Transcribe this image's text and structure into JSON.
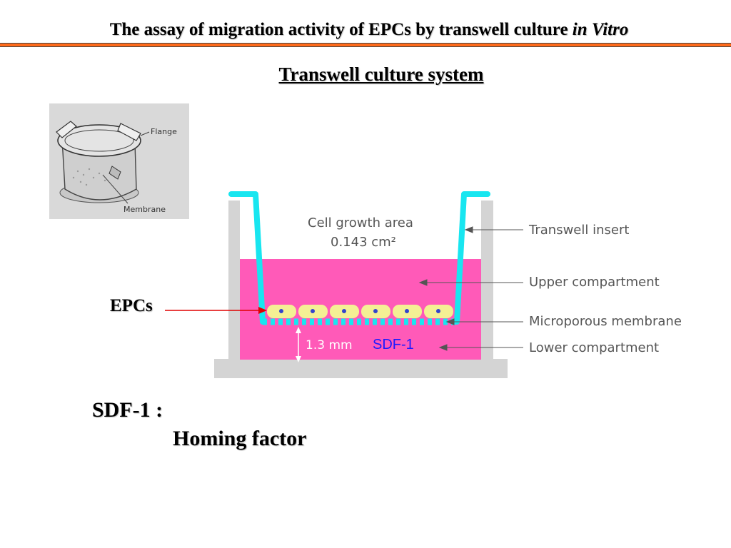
{
  "slide": {
    "title_main": "The assay of migration activity of EPCs by transwell culture ",
    "title_italic": "in Vitro",
    "subtitle": "Transwell culture system"
  },
  "sketch": {
    "flange_label": "Flange",
    "membrane_label": "Membrane"
  },
  "diagram": {
    "cell_growth_line1": "Cell growth area",
    "cell_growth_line2": "0.143 cm²",
    "transwell_insert": "Transwell insert",
    "upper_compartment": "Upper compartment",
    "microporous_membrane": "Microporous membrane",
    "lower_compartment": "Lower compartment",
    "height": "1.3 mm",
    "sdf_inner": "SDF-1",
    "epcs": "EPCs",
    "colors": {
      "medium": "#ff5ab8",
      "insert": "#18e6f0",
      "well": "#d4d4d4",
      "cell": "#f4f094",
      "nucleus": "#3344cc",
      "epc_arrow": "#e00000"
    }
  },
  "notes": {
    "sdf_label": "SDF-1 :",
    "homing_factor": "Homing factor"
  }
}
